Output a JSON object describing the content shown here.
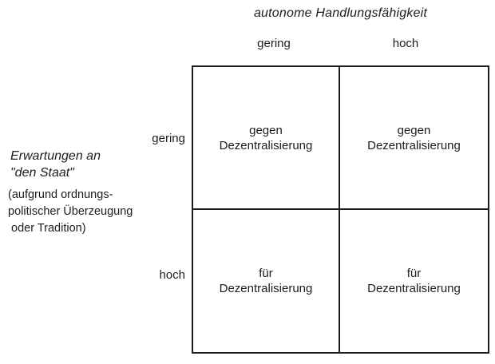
{
  "matrix": {
    "col_axis_title": "autonome Handlungsfähigkeit",
    "col_headers": [
      "gering",
      "hoch"
    ],
    "row_headers": [
      "gering",
      "hoch"
    ],
    "row_axis_title_line1": "Erwartungen an",
    "row_axis_title_line2": "\"den Staat\"",
    "row_axis_note": "(aufgrund ordnungs-\npolitischer Überzeugung\n oder Tradition)",
    "cells": [
      [
        "gegen\nDezentralisierung",
        "gegen\nDezentralisierung"
      ],
      [
        "für\nDezentralisierung",
        "für\nDezentralisierung"
      ]
    ],
    "line_color": "#1c1c1c",
    "background_color": "#ffffff"
  }
}
